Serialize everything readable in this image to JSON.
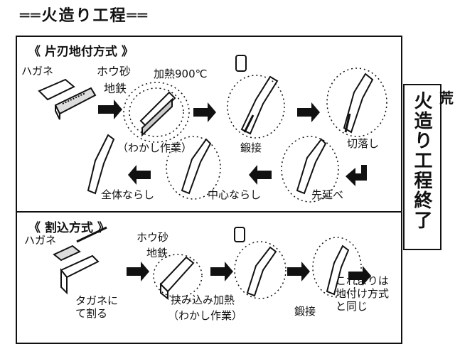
{
  "title": "火造り工程",
  "section1": {
    "heading": "《 片刃地付方式 》",
    "labels": {
      "hagane": "ハガネ",
      "houzuna": "ホウ砂",
      "jigane": "地鉄",
      "heat": "加熱900℃",
      "wakashi": "（わかし作業）",
      "tanset": "鍛接",
      "kiriotoshi": "切落し",
      "sakinobe": "先延べ",
      "chushin": "中心ならし",
      "zentai": "全体ならし"
    }
  },
  "section2": {
    "heading": "《 割込方式 》",
    "labels": {
      "hagane": "ハガネ",
      "tagane": "タガネに\nて割る",
      "houzuna": "ホウ砂",
      "jigane": "地鉄",
      "hasamikomi": "挟み込み加熱",
      "wakashi": "（わかし作業）",
      "tanset": "鍛接",
      "koreyori": "これよりは\n地付け方式\nと同じ"
    }
  },
  "side": {
    "vertical": "火造り工程終了",
    "edge": "荒"
  }
}
